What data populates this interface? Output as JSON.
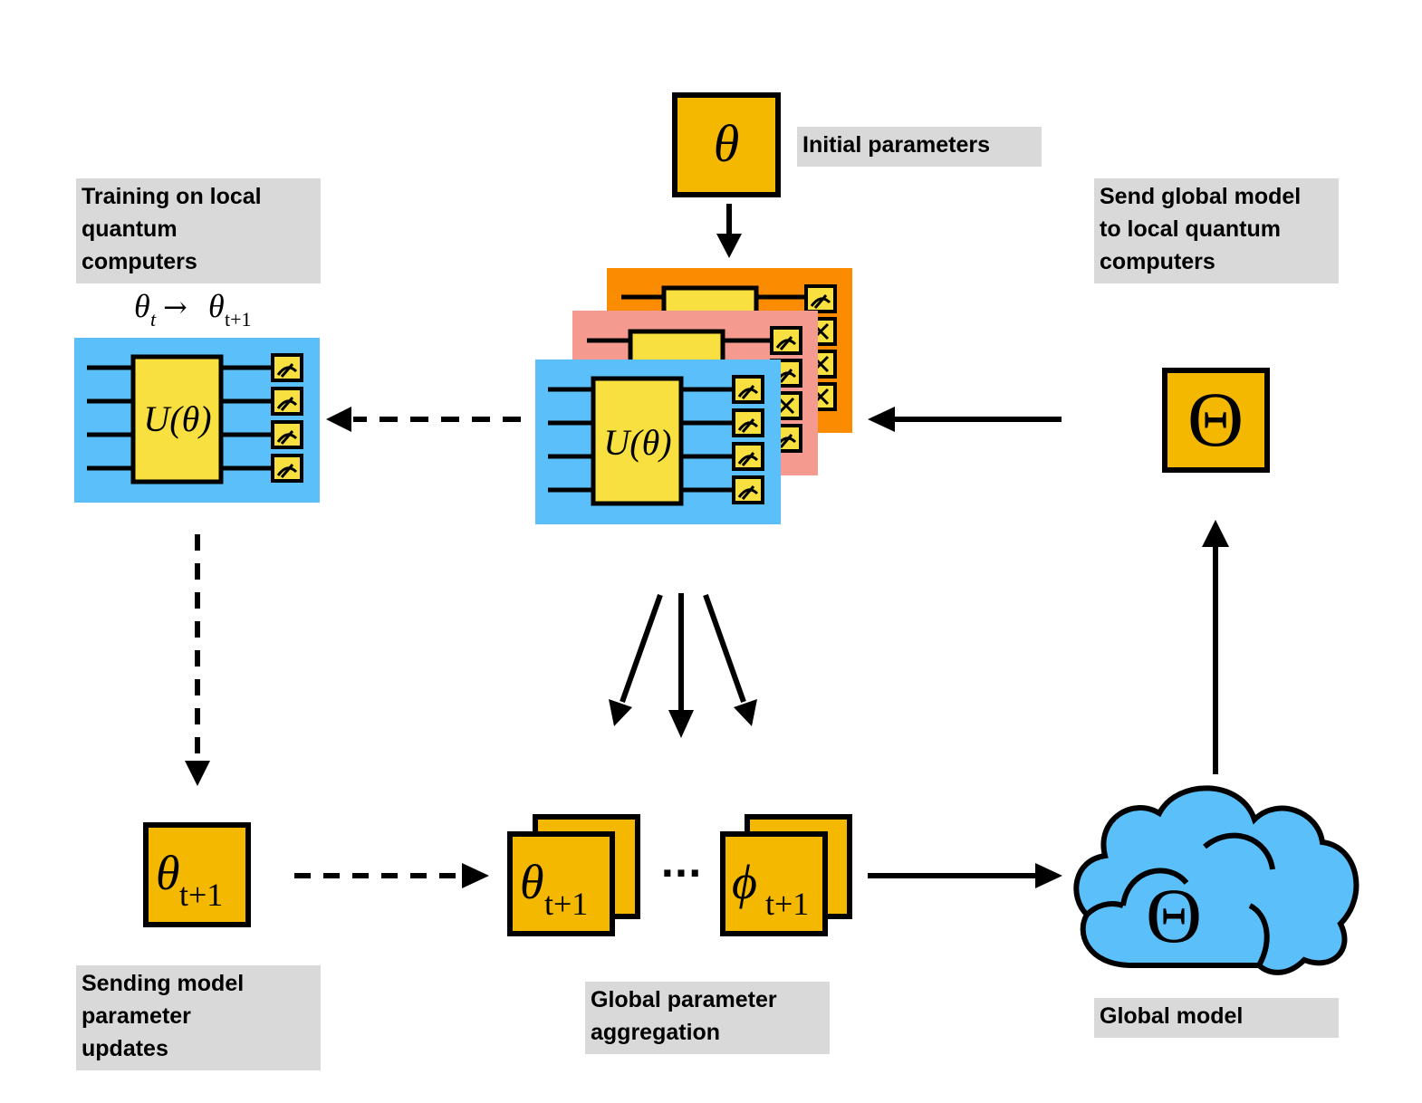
{
  "labels": {
    "initial_params": "Initial parameters",
    "training": "Training on local\nquantum\ncomputers",
    "send_global": "Send global model\nto local quantum\ncomputers",
    "sending_updates": "Sending model\nparameter\nupdates",
    "aggregation": "Global parameter\naggregation",
    "global_model": "Global model"
  },
  "math": {
    "theta": "θ",
    "theta_t": "θ",
    "t_sub": "t",
    "arrow": "→",
    "theta_t1": "θ",
    "t1_sub": "t+1",
    "unitary": "U(θ)",
    "Theta": "Θ",
    "phi": "ϕ",
    "ellipsis": "···"
  },
  "colors": {
    "gold": "#f5b800",
    "gate_yellow": "#f7e040",
    "blue_panel": "#5bbff9",
    "salmon_panel": "#f59a8f",
    "orange_panel": "#fb8b00",
    "label_bg": "#d9d9d9",
    "cloud": "#5bbff9"
  }
}
